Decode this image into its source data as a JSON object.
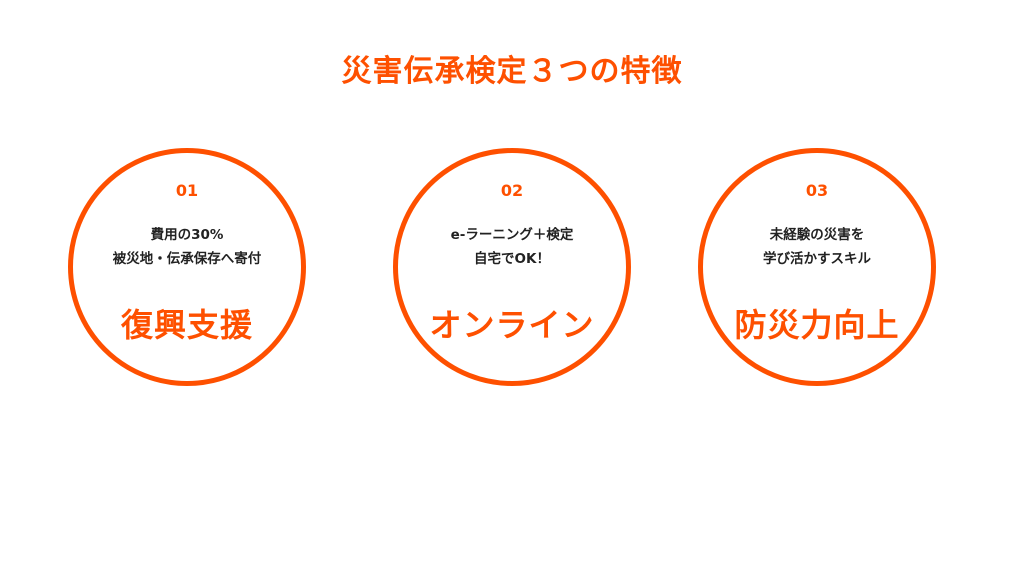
{
  "title": "災害伝承検定３つの特徴",
  "accent_color": "#fe5000",
  "features": [
    {
      "number": "01",
      "lines": [
        "費用の30%",
        "被災地・伝承保存へ寄付"
      ],
      "headline": "復興支援"
    },
    {
      "number": "02",
      "lines": [
        "e-ラーニング＋検定",
        "自宅でOK！"
      ],
      "headline": "オンライン"
    },
    {
      "number": "03",
      "lines": [
        "未経験の災害を",
        "学び活かすスキル"
      ],
      "headline": "防災力向上"
    }
  ]
}
